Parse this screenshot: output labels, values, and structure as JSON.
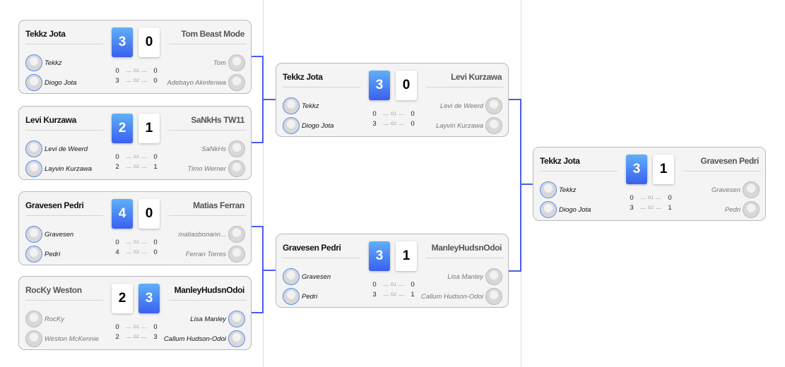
{
  "colors": {
    "accent": "#4a5cf0",
    "connector": "#4a5cf0"
  },
  "game_labels": [
    "G1",
    "G2"
  ],
  "matches": [
    {
      "left": {
        "team": "Tekkz Jota",
        "score": 3,
        "players": [
          "Tekkz",
          "Diogo Jota"
        ],
        "games": [
          0,
          3
        ]
      },
      "right": {
        "team": "Tom Beast Mode",
        "score": 0,
        "players": [
          "Tom",
          "Adebayo Akinfenwa"
        ],
        "games": [
          0,
          0
        ]
      },
      "winner": "left"
    },
    {
      "left": {
        "team": "Levi Kurzawa",
        "score": 2,
        "players": [
          "Levi de Weerd",
          "Layvin Kurzawa"
        ],
        "games": [
          0,
          2
        ]
      },
      "right": {
        "team": "SaNkHs TW11",
        "score": 1,
        "players": [
          "SaNkHs",
          "Timo Werner"
        ],
        "games": [
          0,
          1
        ]
      },
      "winner": "left"
    },
    {
      "left": {
        "team": "Gravesen Pedri",
        "score": 4,
        "players": [
          "Gravesen",
          "Pedri"
        ],
        "games": [
          0,
          4
        ]
      },
      "right": {
        "team": "Matias Ferran",
        "score": 0,
        "players": [
          "matiasbonann...",
          "Ferran Torres"
        ],
        "games": [
          0,
          0
        ]
      },
      "winner": "left"
    },
    {
      "left": {
        "team": "RocKy Weston",
        "score": 2,
        "players": [
          "RocKy",
          "Weston McKennie"
        ],
        "games": [
          0,
          2
        ]
      },
      "right": {
        "team": "ManleyHudsnOdoi",
        "score": 3,
        "players": [
          "Lisa Manley",
          "Callum Hudson-Odoi"
        ],
        "games": [
          0,
          3
        ]
      },
      "winner": "right"
    },
    {
      "left": {
        "team": "Tekkz Jota",
        "score": 3,
        "players": [
          "Tekkz",
          "Diogo Jota"
        ],
        "games": [
          0,
          3
        ]
      },
      "right": {
        "team": "Levi Kurzawa",
        "score": 0,
        "players": [
          "Levi de Weerd",
          "Layvin Kurzawa"
        ],
        "games": [
          0,
          0
        ]
      },
      "winner": "left"
    },
    {
      "left": {
        "team": "Gravesen Pedri",
        "score": 3,
        "players": [
          "Gravesen",
          "Pedri"
        ],
        "games": [
          0,
          3
        ]
      },
      "right": {
        "team": "ManleyHudsnOdoi",
        "score": 1,
        "players": [
          "Lisa Manley",
          "Callum Hudson-Odoi"
        ],
        "games": [
          0,
          1
        ]
      },
      "winner": "left"
    },
    {
      "left": {
        "team": "Tekkz Jota",
        "score": 3,
        "players": [
          "Tekkz",
          "Diogo Jota"
        ],
        "games": [
          0,
          3
        ]
      },
      "right": {
        "team": "Gravesen Pedri",
        "score": 1,
        "players": [
          "Gravesen",
          "Pedri"
        ],
        "games": [
          0,
          1
        ]
      },
      "winner": "left"
    }
  ]
}
